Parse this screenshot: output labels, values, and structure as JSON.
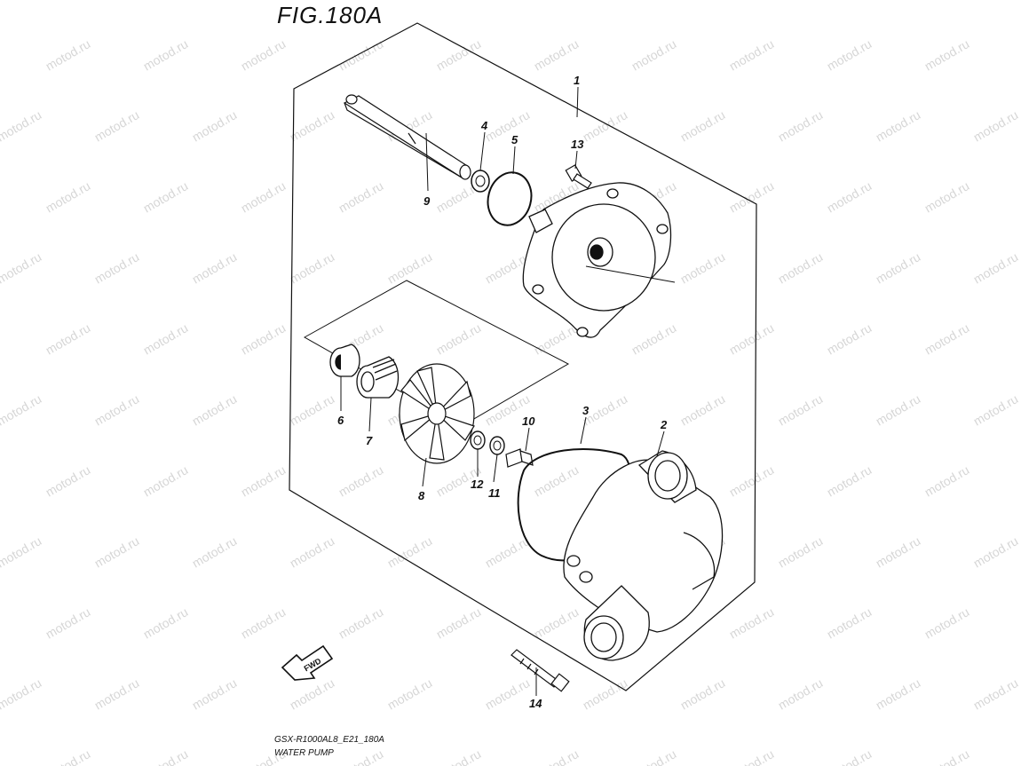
{
  "figure": {
    "title": "FIG.180A",
    "model_code": "GSX-R1000AL8_E21_180A",
    "name": "WATER PUMP",
    "direction_label": "FWD",
    "watermark": "motod.ru"
  },
  "parts": [
    {
      "number": "1",
      "part": "pump-cover"
    },
    {
      "number": "2",
      "part": "pump-housing"
    },
    {
      "number": "3",
      "part": "o-ring-large"
    },
    {
      "number": "4",
      "part": "washer"
    },
    {
      "number": "5",
      "part": "o-ring-small"
    },
    {
      "number": "6",
      "part": "oil-seal"
    },
    {
      "number": "7",
      "part": "mechanical-seal"
    },
    {
      "number": "8",
      "part": "impeller"
    },
    {
      "number": "9",
      "part": "shaft"
    },
    {
      "number": "10",
      "part": "impeller-bolt"
    },
    {
      "number": "11",
      "part": "washer"
    },
    {
      "number": "12",
      "part": "washer"
    },
    {
      "number": "13",
      "part": "bolt"
    },
    {
      "number": "14",
      "part": "long-bolt"
    }
  ]
}
